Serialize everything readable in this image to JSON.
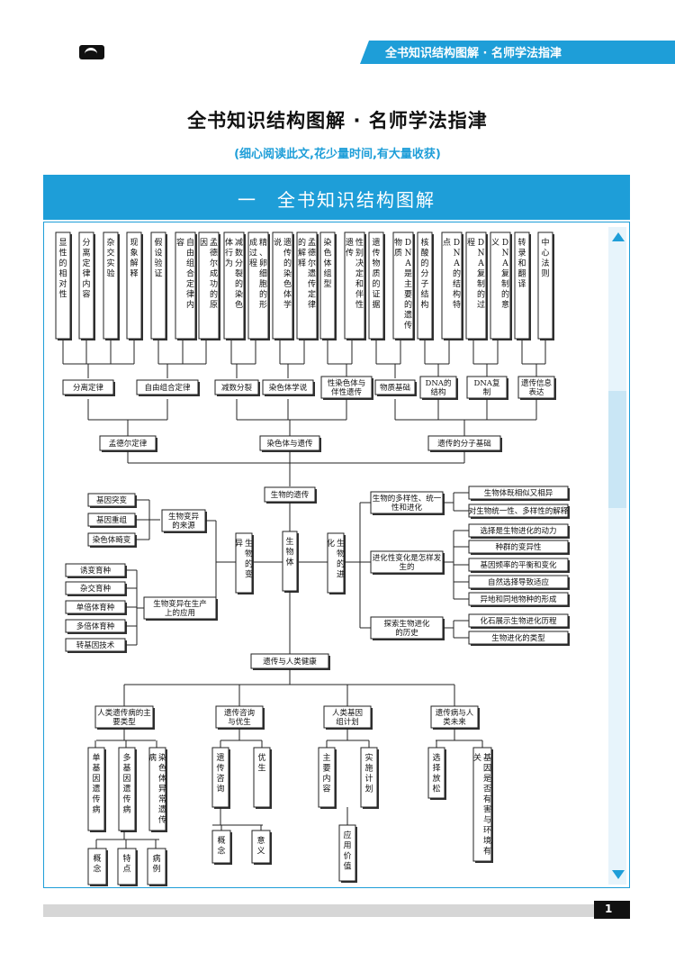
{
  "header": {
    "running_title": "全书知识结构图解 · 名师学法指津"
  },
  "page": {
    "title": "全书知识结构图解 · 名师学法指津",
    "subtitle": "(细心阅读此文,花少量时间,有大量收获)",
    "section_heading": "一　全书知识结构图解",
    "page_number": "1"
  },
  "diagram": {
    "top_concepts": [
      "显性的相对性",
      "分离定律内容",
      "杂交实验",
      "现象解释",
      "假设验证",
      "自由组合定律内容",
      "孟德尔成功的原因",
      "减数分裂的染色体行为",
      "精、卵细胞的形成过程",
      "遗传的染色体学说",
      "孟德尔遗传定律的解释",
      "染色体组型",
      "性别决定和伴性遗传",
      "遗传物质的证据",
      "DNA是主要的遗传物质",
      "核酸的分子结构",
      "DNA的结构特点",
      "DNA复制的过程",
      "DNA复制的意义",
      "转录和翻译",
      "中心法则"
    ],
    "mid_concepts": [
      "分离定律",
      "自由组合定律",
      "减数分裂",
      "染色体学说",
      "性染色体与伴性遗传",
      "物质基础",
      "DNA的结构",
      "DNA复制",
      "遗传信息表达"
    ],
    "upper_groups": [
      "孟德尔定律",
      "染色体与遗传",
      "遗传的分子基础"
    ],
    "hub": {
      "genetics": "生物的遗传",
      "organism": "生物体",
      "variation": "生物的变异",
      "evolution": "生物的进化",
      "human_health": "遗传与人类健康"
    },
    "variation": {
      "sources_label": "生物变异的来源",
      "sources": [
        "基因突变",
        "基因重组",
        "染色体畸变"
      ],
      "applications_label": "生物变异在生产上的应用",
      "applications": [
        "诱变育种",
        "杂交育种",
        "单倍体育种",
        "多倍体育种",
        "转基因技术"
      ]
    },
    "evolution": {
      "diversity_label": "生物的多样性、统一性和进化",
      "diversity": [
        "生物体既相似又相异",
        "对生物统一性、多样性的解释"
      ],
      "mechanism_label": "进化性变化是怎样发生的",
      "mechanism": [
        "选择是生物进化的动力",
        "种群的变异性",
        "基因频率的平衡和变化",
        "自然选择导致适应",
        "异地和同地物种的形成"
      ],
      "history_label": "探索生物进化的历史",
      "history": [
        "化石展示生物进化历程",
        "生物进化的类型"
      ]
    },
    "health": {
      "diseases_label": "人类遗传病的主要类型",
      "diseases": [
        "单基因遗传病",
        "多基因遗传病",
        "染色体异常遗传病"
      ],
      "disease_aspects": [
        "概念",
        "特点",
        "病例"
      ],
      "counseling_label": "遗传咨询与优生",
      "counseling": [
        "遗传咨询",
        "优生"
      ],
      "counseling_aspects": [
        "概念",
        "意义"
      ],
      "genome_label": "人类基因组计划",
      "genome": [
        "主要内容",
        "实施计划"
      ],
      "genome_value": "应用价值",
      "future_label": "遗传病与人类未来",
      "future": [
        "选择放松",
        "基因是否有害与环境有关"
      ]
    }
  }
}
